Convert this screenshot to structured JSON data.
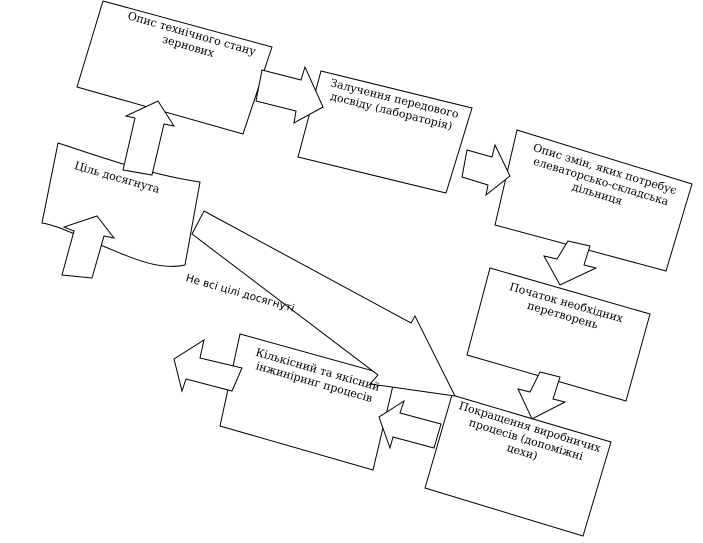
{
  "diagram": {
    "boxes": {
      "tech_state": "Опис технічного стану зернових",
      "advanced_experience": "Залучення передового досвіду (лабораторія)",
      "changes_needed": "Опис змін, яких потребує елеваторсько-складська дільниця",
      "start_transform": "Початок необхідних перетворень",
      "improve_processes": "Покращення виробничих процесів (допоміжні цехи)",
      "engineering": "Кількісний та якісний інжиніринг процесів"
    },
    "goal": "Ціль досягнута",
    "not_all_goals": "Не всі цілі досягнуті"
  }
}
